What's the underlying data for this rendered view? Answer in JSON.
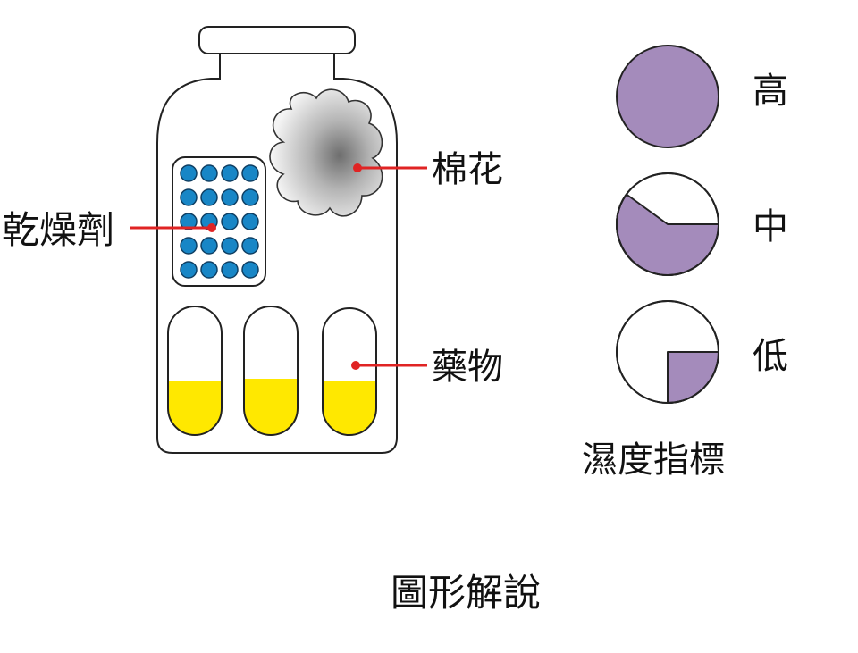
{
  "labels": {
    "desiccant": "乾燥劑",
    "cotton": "棉花",
    "medicine": "藥物",
    "humidity_high": "高",
    "humidity_mid": "中",
    "humidity_low": "低",
    "indicator_title": "濕度指標",
    "caption": "圖形解說"
  },
  "humidity_indicator": [
    {
      "level_label": "高",
      "filled_fraction": 1.0
    },
    {
      "level_label": "中",
      "filled_fraction": 0.6
    },
    {
      "level_label": "低",
      "filled_fraction": 0.25
    }
  ],
  "colors": {
    "indicator_fill": "#a48bbb",
    "desiccant_bead": "#1886c6",
    "medicine_fill": "#ffe800",
    "leader_line": "#e02424",
    "outline": "#222222"
  },
  "desiccant_grid": {
    "rows": 5,
    "cols": 4
  },
  "capsule_count": 3
}
